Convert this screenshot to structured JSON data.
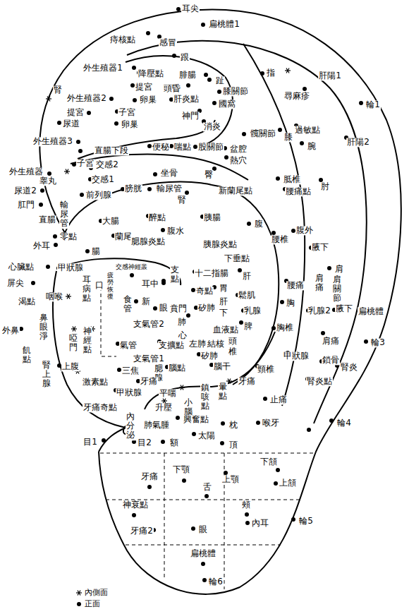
{
  "diagram": {
    "labels": [
      "耳尖",
      "扁桃體1",
      "痔核點",
      "感冒",
      "跟",
      "趾",
      "指",
      "肝陽1",
      "尋麻疹",
      "輪1",
      "肝陽2",
      "外生殖器1",
      "降壓點",
      "腓腸",
      "膝關節",
      "提宮",
      "頭昏",
      "腎",
      "卵巢",
      "肝炎點",
      "國窩",
      "外生殖器2",
      "子宮",
      "神門",
      "提宮",
      "卵巢",
      "消炎",
      "尿道",
      "髖關節",
      "外生殖器3",
      "便秘",
      "喘點",
      "股關節",
      "盆腔",
      "直腸下段",
      "熱穴",
      "子宮",
      "交感2",
      "外生殖器",
      "睾丸",
      "交感1",
      "坐骨",
      "臀",
      "膝",
      "過敏點",
      "腕",
      "肘",
      "尿道2",
      "肛門",
      "輸尿管",
      "前列腺",
      "膀胱",
      "輸尿管",
      "腎",
      "新蘭尾點",
      "胝椎",
      "腰痛點",
      "直腸",
      "大腸",
      "醉點",
      "胰腸",
      "腹",
      "外耳",
      "零點",
      "蘭尾",
      "腹水",
      "腰椎",
      "腹外",
      "腸",
      "腮腺炎點",
      "胰腺炎點",
      "腋下",
      "心臟點",
      "甲狀腺",
      "交感神經叢",
      "支點",
      "下垂點",
      "十二指腸",
      "肝",
      "肩",
      "屏尖",
      "耳病點",
      "口",
      "疲勞恢復",
      "耳中",
      "奇點",
      "胃",
      "鬆肌",
      "腰痛",
      "肩痛",
      "肩關節",
      "咽喉",
      "渴點",
      "食管",
      "新",
      "眼",
      "賁門",
      "矽肺",
      "肝",
      "下",
      "胸",
      "乳腺",
      "乳腺2",
      "腋下",
      "扁桃體",
      "外鼻",
      "鼻眼淨",
      "神經點",
      "啞門",
      "支氣管2",
      "肺",
      "血液點",
      "脾",
      "心",
      "胸椎",
      "氣管",
      "支擴點",
      "左肺",
      "結核",
      "頭",
      "椎",
      "飢點",
      "腎上腺",
      "上腹",
      "矽肺",
      "支氣管1",
      "三焦",
      "腮腺",
      "腦點",
      "腦干",
      "甲狀腺",
      "肩痛",
      "輪3",
      "鎖骨",
      "腎炎",
      "頸椎",
      "激素點",
      "牙痛",
      "暈點",
      "牙痛",
      "腎炎點",
      "平喘",
      "小腦",
      "鎮咳點",
      "止痛",
      "牙痛奇點",
      "升壓",
      "甲狀腺",
      "興奮點",
      "內分泌",
      "肺氣腫",
      "枕",
      "喉牙",
      "輪4",
      "太陽",
      "目1",
      "目2",
      "額",
      "頂",
      "下頷",
      "下顎",
      "牙痛",
      "上顎",
      "上頷",
      "舌",
      "神衰點",
      "頰",
      "內耳",
      "眼",
      "牙痛2",
      "輪5",
      "扁桃體",
      "輪6"
    ],
    "legend": [
      {
        "text": "內側面"
      },
      {
        "text": "正面"
      }
    ]
  }
}
